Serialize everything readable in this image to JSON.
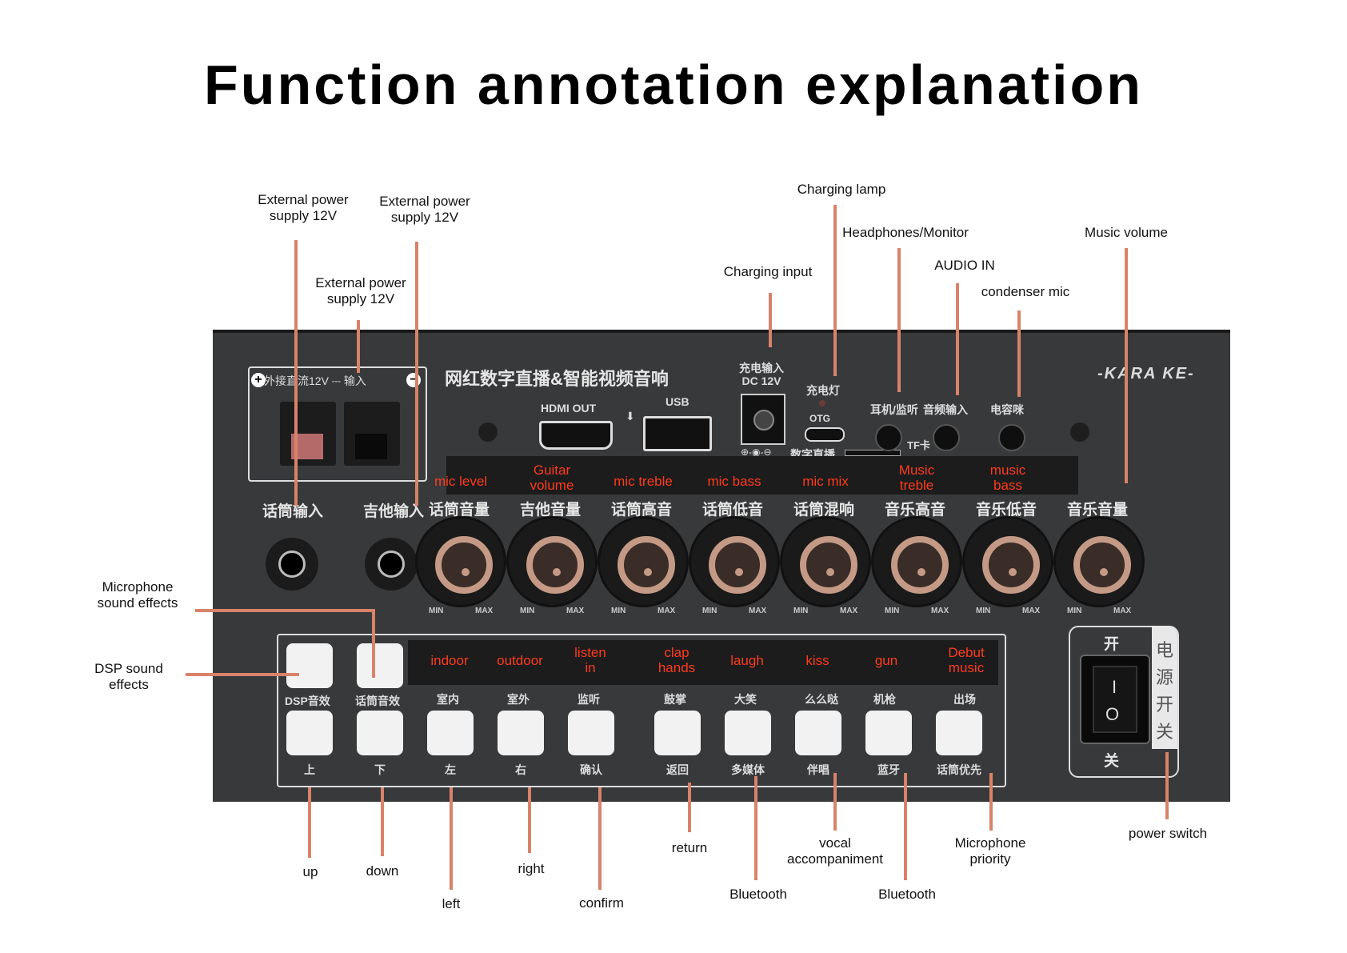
{
  "title": "Function annotation explanation",
  "annotations": {
    "ext_power_1": "External power\nsupply 12V",
    "ext_power_2": "External power\nsupply 12V",
    "ext_power_3": "External power\nsupply 12V",
    "charging_lamp": "Charging lamp",
    "headphones": "Headphones/Monitor",
    "music_volume": "Music volume",
    "charging_input": "Charging input",
    "audio_in": "AUDIO IN",
    "condenser_mic": "condenser mic",
    "mic_sound_effects": "Microphone\nsound effects",
    "dsp_sound_effects": "DSP sound\neffects",
    "up": "up",
    "down": "down",
    "left": "left",
    "right": "right",
    "confirm": "confirm",
    "return": "return",
    "bluetooth_1": "Bluetooth",
    "vocal_accompaniment": "vocal\naccompaniment",
    "bluetooth_2": "Bluetooth",
    "mic_priority": "Microphone\npriority",
    "power_switch": "power switch"
  },
  "panel": {
    "power_input_label": "外接直流12V ⎓ 输入",
    "brand_title": "网红数字直播&智能视频音响",
    "logo": "KARA KE",
    "hdmi": "HDMI OUT",
    "usb": "USB",
    "dc_label": "充电输入\nDC 12V",
    "charge_lamp_cn": "充电灯",
    "otg": "OTG",
    "digital_live": "数字直播",
    "tf": "TF卡",
    "jacks_cn": [
      "耳机/监听",
      "音频输入",
      "电容咪"
    ],
    "inputs_cn": [
      "话筒输入",
      "吉他输入"
    ],
    "knobs": [
      {
        "en": "mic level",
        "cn": "话筒音量"
      },
      {
        "en": "Guitar\nvolume",
        "cn": "吉他音量"
      },
      {
        "en": "mic treble",
        "cn": "话筒高音"
      },
      {
        "en": "mic bass",
        "cn": "话筒低音"
      },
      {
        "en": "mic mix",
        "cn": "话筒混响"
      },
      {
        "en": "Music\ntreble",
        "cn": "音乐高音"
      },
      {
        "en": "music\nbass",
        "cn": "音乐低音"
      },
      {
        "en": "",
        "cn": "音乐音量"
      }
    ],
    "min": "MIN",
    "max": "MAX",
    "top_buttons_cn": [
      "DSP音效",
      "话筒音效"
    ],
    "effects": [
      {
        "en": "indoor",
        "cn": "室内"
      },
      {
        "en": "outdoor",
        "cn": "室外"
      },
      {
        "en": "listen\nin",
        "cn": "监听"
      },
      {
        "en": "clap\nhands",
        "cn": "鼓掌"
      },
      {
        "en": "laugh",
        "cn": "大笑"
      },
      {
        "en": "kiss",
        "cn": "么么哒"
      },
      {
        "en": "gun",
        "cn": "机枪"
      },
      {
        "en": "Debut\nmusic",
        "cn": "出场"
      }
    ],
    "bottom_buttons_cn": [
      "上",
      "下",
      "左",
      "右",
      "确认",
      "返回",
      "多媒体",
      "伴唱",
      "蓝牙",
      "话筒优先"
    ],
    "power_on": "开",
    "power_off": "关",
    "power_cn": "电源开关"
  },
  "colors": {
    "leader": "#d9826a",
    "panel": "#38393b",
    "effect_red": "#ff3b1f"
  }
}
